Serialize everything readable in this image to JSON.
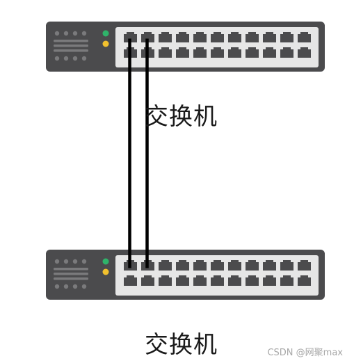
{
  "switches": [
    {
      "label": "交换机",
      "ports_per_row": 11,
      "rows": 2,
      "led_colors": [
        "#2fb36a",
        "#f2c12e"
      ]
    },
    {
      "label": "交换机",
      "ports_per_row": 11,
      "rows": 2,
      "led_colors": [
        "#2fb36a",
        "#f2c12e"
      ]
    }
  ],
  "links": [
    {
      "from_port": 1,
      "to_port": 1
    },
    {
      "from_port": 2,
      "to_port": 2
    }
  ],
  "colors": {
    "chassis": "#4b4b4d",
    "panel": "#e6e6e6",
    "port": "#4b4b4d",
    "cable": "#000000",
    "vent": "#7a7a7c"
  },
  "watermark": "CSDN @网聚max"
}
